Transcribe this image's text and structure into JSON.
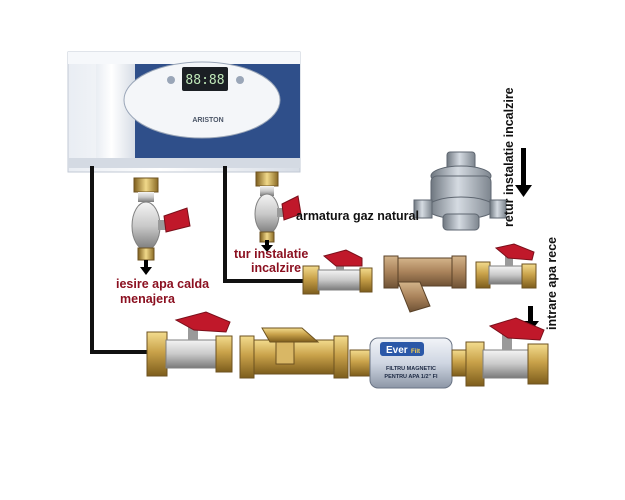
{
  "labels": {
    "hot_water_out_line1": "iesire apa calda",
    "hot_water_out_line2": "menajera",
    "heating_flow_line1": "tur instalatie",
    "heating_flow_line2": "incalzire",
    "gas_fitting": "armatura gaz natural",
    "heating_return": "retur instalatie incalzire",
    "cold_water_in": "intrare apa rece"
  },
  "boiler": {
    "brand": "ARISTON",
    "display": "88:88"
  },
  "filter": {
    "brand": "Ever",
    "brand_suffix": "Filt",
    "line1": "FILTRU MAGNETIC",
    "line2": "PENTRU APA 1/2\" FI"
  },
  "colors": {
    "label_red": "#8b1020",
    "label_dark": "#111111",
    "boiler_blue": "#2f4f8a",
    "brass": "#c9a24a",
    "valve_handle": "#c0182a",
    "pipe": "#111111"
  }
}
